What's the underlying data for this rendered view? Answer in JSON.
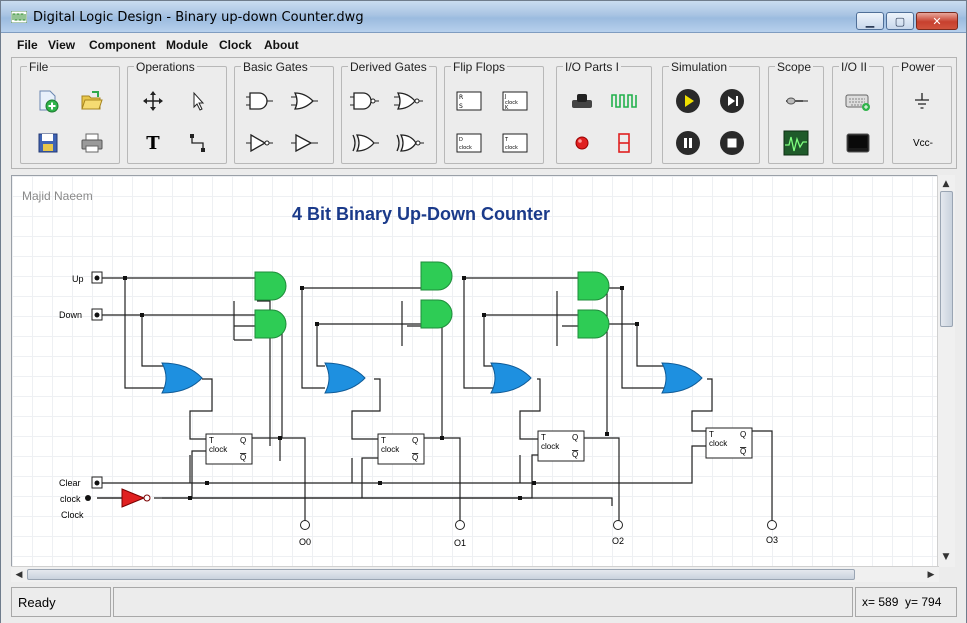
{
  "window": {
    "title": "Digital Logic Design - Binary up-down Counter.dwg"
  },
  "menu": [
    "File",
    "View",
    "Component",
    "Module",
    "Clock",
    "About"
  ],
  "toolbar": {
    "groups": [
      {
        "label": "File"
      },
      {
        "label": "Operations"
      },
      {
        "label": "Basic Gates"
      },
      {
        "label": "Derived Gates"
      },
      {
        "label": "Flip Flops"
      },
      {
        "label": "I/O Parts I"
      },
      {
        "label": "Simulation"
      },
      {
        "label": "Scope"
      },
      {
        "label": "I/O II"
      },
      {
        "label": "Power"
      }
    ],
    "text_tool": "T",
    "vcc_label": "Vcc-",
    "ff_labels": {
      "r": "R",
      "s": "S",
      "clock": "clock",
      "j": "J",
      "k": "K",
      "d": "D",
      "t": "T"
    }
  },
  "diagram": {
    "author": "Majid Naeem",
    "title": "4 Bit Binary Up-Down Counter",
    "inputs": {
      "up": "Up",
      "down": "Down",
      "clear": "Clear",
      "clock_pin": "clock",
      "clock_label": "Clock"
    },
    "outputs": [
      "O0",
      "O1",
      "O2",
      "O3"
    ],
    "ff": {
      "t": "T",
      "clock": "clock",
      "q": "Q",
      "qbar": "Q"
    }
  },
  "status": {
    "text": "Ready",
    "coords": "x= 589  y= 794"
  },
  "colors": {
    "and_gate": "#2ecc55",
    "or_gate": "#1e90e0",
    "not_gate": "#e03030",
    "title": "#1a3a8a"
  }
}
